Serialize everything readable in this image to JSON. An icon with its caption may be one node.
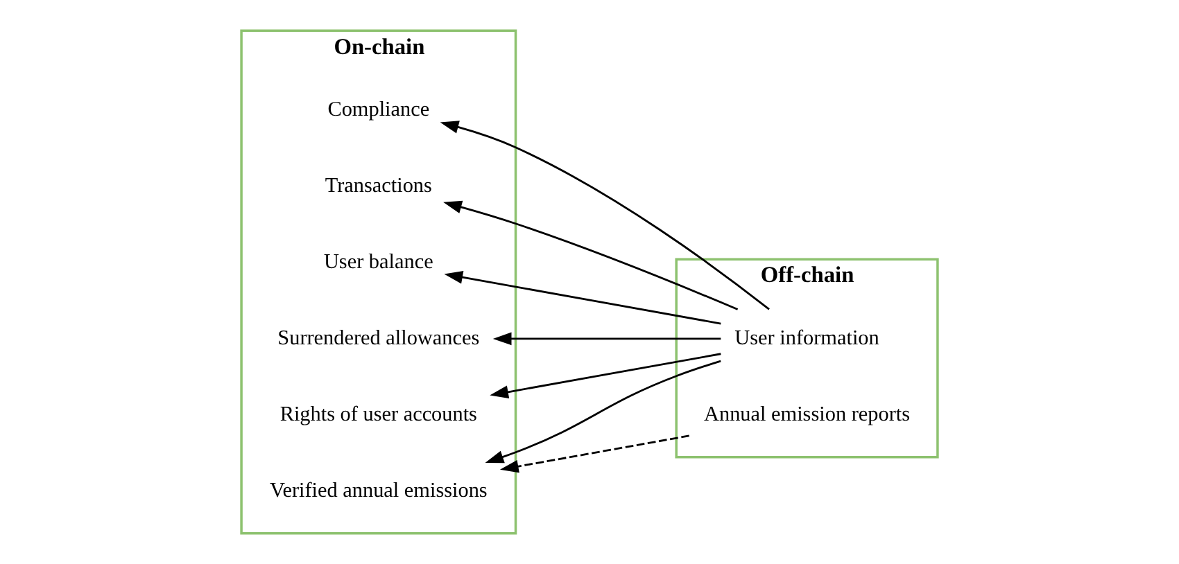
{
  "diagram": {
    "nodes": [
      {
        "text": [
          "On-chain"
        ]
      },
      {
        "text": [
          "Transactions"
        ],
        "in": 0
      },
      {
        "text": [
          "User balance"
        ],
        "in": 0
      },
      {
        "text": [
          "Surrendered allowances"
        ],
        "in": 0
      },
      {
        "text": [
          "Rights of user accounts"
        ],
        "in": 0
      },
      {
        "text": [
          "Verified annual emissions"
        ],
        "in": 0
      },
      {
        "text": [
          "Compliance"
        ],
        "in": 0
      },
      {
        "text": [
          "Off-chain"
        ]
      },
      {
        "text": [
          "User information"
        ],
        "in": 7
      },
      {
        "text": [
          "Annual emission reports"
        ],
        "in": 7
      }
    ],
    "edges": [
      {
        "from": 8,
        "to": 1,
        "arrow": "to"
      },
      {
        "from": 8,
        "to": 2,
        "arrow": "to"
      },
      {
        "from": 8,
        "to": 3,
        "arrow": "to"
      },
      {
        "from": 8,
        "to": 4,
        "arrow": "to"
      },
      {
        "from": 8,
        "to": 5,
        "arrow": "to"
      },
      {
        "from": 8,
        "to": 6,
        "arrow": "to"
      },
      {
        "from": 9,
        "to": 5,
        "arrow": "to",
        "style": "dashed"
      }
    ]
  }
}
